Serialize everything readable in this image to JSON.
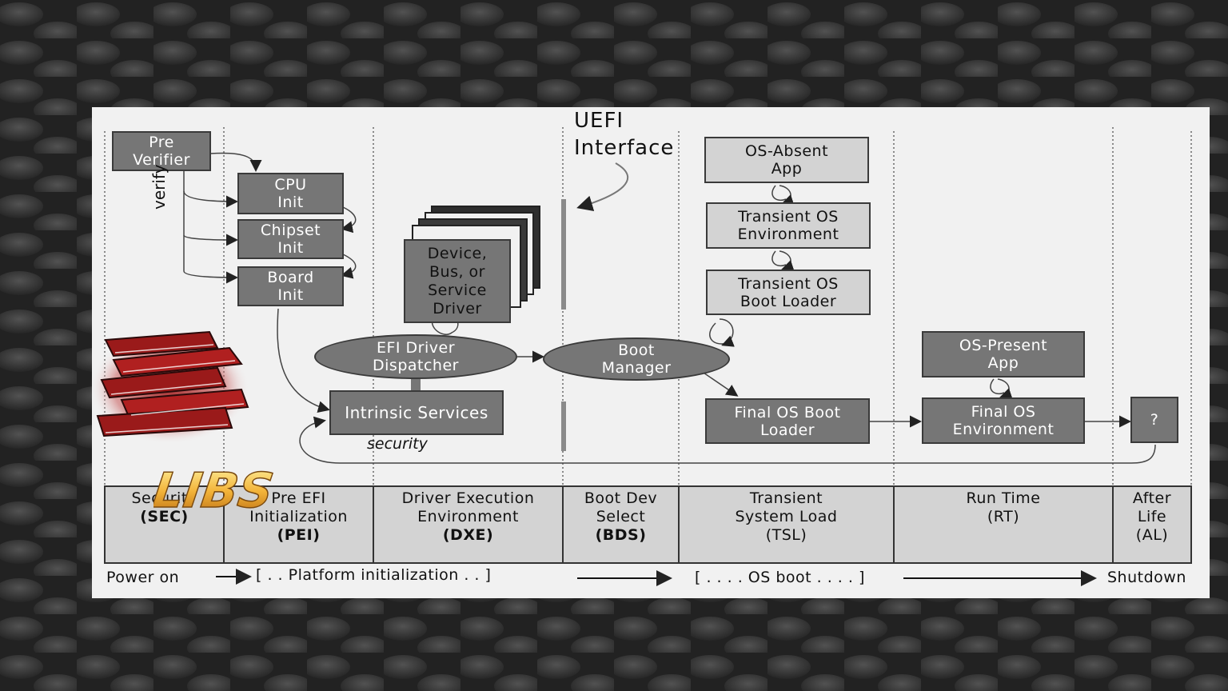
{
  "diagram": {
    "uefi_interface": "UEFI\nInterface",
    "verify_label": "verify",
    "security_label": "security",
    "sec_boxes": {
      "pre_verifier": "Pre\nVerifier"
    },
    "pei_boxes": {
      "cpu_init": "CPU\nInit",
      "chipset_init": "Chipset\nInit",
      "board_init": "Board\nInit"
    },
    "dxe": {
      "driver_stack": "Device,\nBus, or\nService\nDriver",
      "dispatcher": "EFI Driver\nDispatcher",
      "intrinsic": "Intrinsic Services"
    },
    "bds": {
      "boot_manager": "Boot\nManager"
    },
    "tsl_boxes": {
      "os_absent_app": "OS-Absent\nApp",
      "transient_os_env": "Transient OS\nEnvironment",
      "transient_os_loader": "Transient OS\nBoot Loader",
      "final_os_loader": "Final OS Boot\nLoader"
    },
    "rt_boxes": {
      "os_present_app": "OS-Present\nApp",
      "final_os_env": "Final OS\nEnvironment"
    },
    "al_box": "?",
    "phases": [
      {
        "line1": "Security",
        "line2": "",
        "abbr": "(SEC)"
      },
      {
        "line1": "Pre EFI",
        "line2": "Initialization",
        "abbr": "(PEI)"
      },
      {
        "line1": "Driver Execution",
        "line2": "Environment",
        "abbr": "(DXE)"
      },
      {
        "line1": "Boot Dev",
        "line2": "Select",
        "abbr": "(BDS)"
      },
      {
        "line1": "Transient",
        "line2": "System Load",
        "abbr": "(TSL)"
      },
      {
        "line1": "Run Time",
        "line2": "(RT)",
        "abbr": ""
      },
      {
        "line1": "After",
        "line2": "Life",
        "abbr": "(AL)"
      }
    ],
    "timeline": {
      "power_on": "Power on",
      "platform_init": "[ . . Platform initialization . . ]",
      "os_boot": "[ . . . . OS boot . . . . ]",
      "shutdown": "Shutdown"
    }
  },
  "overlay": {
    "logo_text": "LIBS"
  },
  "colors": {
    "dark_box": "#767676",
    "light_box": "#d3d3d3",
    "panel": "#f1f1f1",
    "logo_gold": "#f3b43a",
    "books_red": "#a01818"
  }
}
